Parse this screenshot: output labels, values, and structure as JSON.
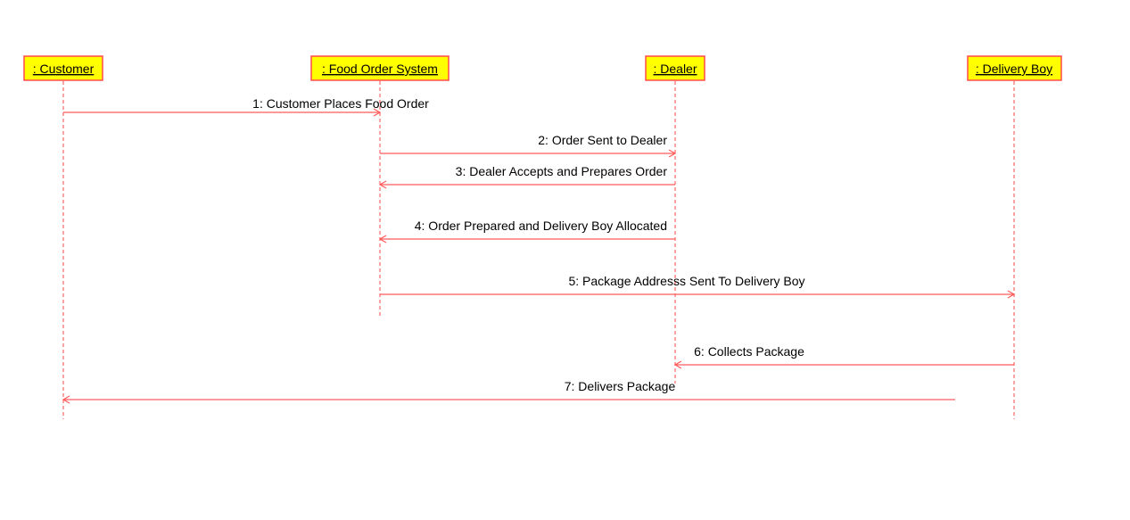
{
  "colors": {
    "actor_fill": "#ffff00",
    "actor_border": "#ff4a4a",
    "line": "#ff5a5a",
    "text": "#000000"
  },
  "actors": [
    {
      "id": "customer",
      "label": " : Customer"
    },
    {
      "id": "food-order-system",
      "label": " : Food Order System"
    },
    {
      "id": "dealer",
      "label": " : Dealer"
    },
    {
      "id": "delivery-boy",
      "label": " : Delivery Boy"
    }
  ],
  "messages": [
    {
      "num": 1,
      "label": "1: Customer Places Food Order",
      "from": "customer",
      "to": "food-order-system"
    },
    {
      "num": 2,
      "label": "2: Order Sent to Dealer",
      "from": "food-order-system",
      "to": "dealer"
    },
    {
      "num": 3,
      "label": "3: Dealer Accepts and Prepares Order",
      "from": "dealer",
      "to": "food-order-system"
    },
    {
      "num": 4,
      "label": "4: Order Prepared and Delivery Boy Allocated",
      "from": "dealer",
      "to": "food-order-system"
    },
    {
      "num": 5,
      "label": "5: Package Addresss Sent To Delivery Boy",
      "from": "food-order-system",
      "to": "delivery-boy"
    },
    {
      "num": 6,
      "label": "6: Collects Package",
      "from": "delivery-boy",
      "to": "dealer"
    },
    {
      "num": 7,
      "label": "7: Delivers Package",
      "from": "delivery-boy",
      "to": "customer"
    }
  ]
}
